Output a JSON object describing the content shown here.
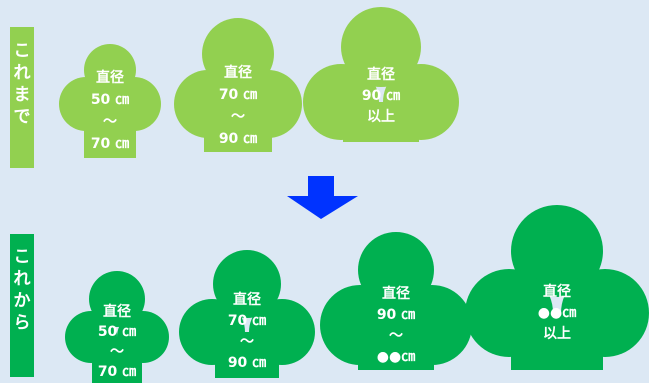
{
  "colors": {
    "background": "#dce8f4",
    "before": "#92d050",
    "after": "#00b050",
    "arrow": "#0033ff",
    "label_text": "#ffffff"
  },
  "rows": [
    {
      "tag": "これまで",
      "trees": [
        {
          "lines": [
            "直径",
            "50 ㎝",
            "～",
            "70 ㎝"
          ]
        },
        {
          "lines": [
            "直径",
            "70 ㎝",
            "～",
            "90 ㎝"
          ]
        },
        {
          "lines": [
            "直径",
            "90 ㎝",
            "以上"
          ]
        }
      ]
    },
    {
      "tag": "これから",
      "trees": [
        {
          "lines": [
            "直径",
            "50 ㎝",
            "～",
            "70 ㎝"
          ]
        },
        {
          "lines": [
            "直径",
            "70 ㎝",
            "～",
            "90 ㎝"
          ]
        },
        {
          "lines": [
            "直径",
            "90 ㎝",
            "～",
            "●●㎝"
          ]
        },
        {
          "lines": [
            "直径",
            "●●㎝",
            "以上"
          ]
        }
      ]
    }
  ],
  "arrow_icon": "down-arrow-icon"
}
